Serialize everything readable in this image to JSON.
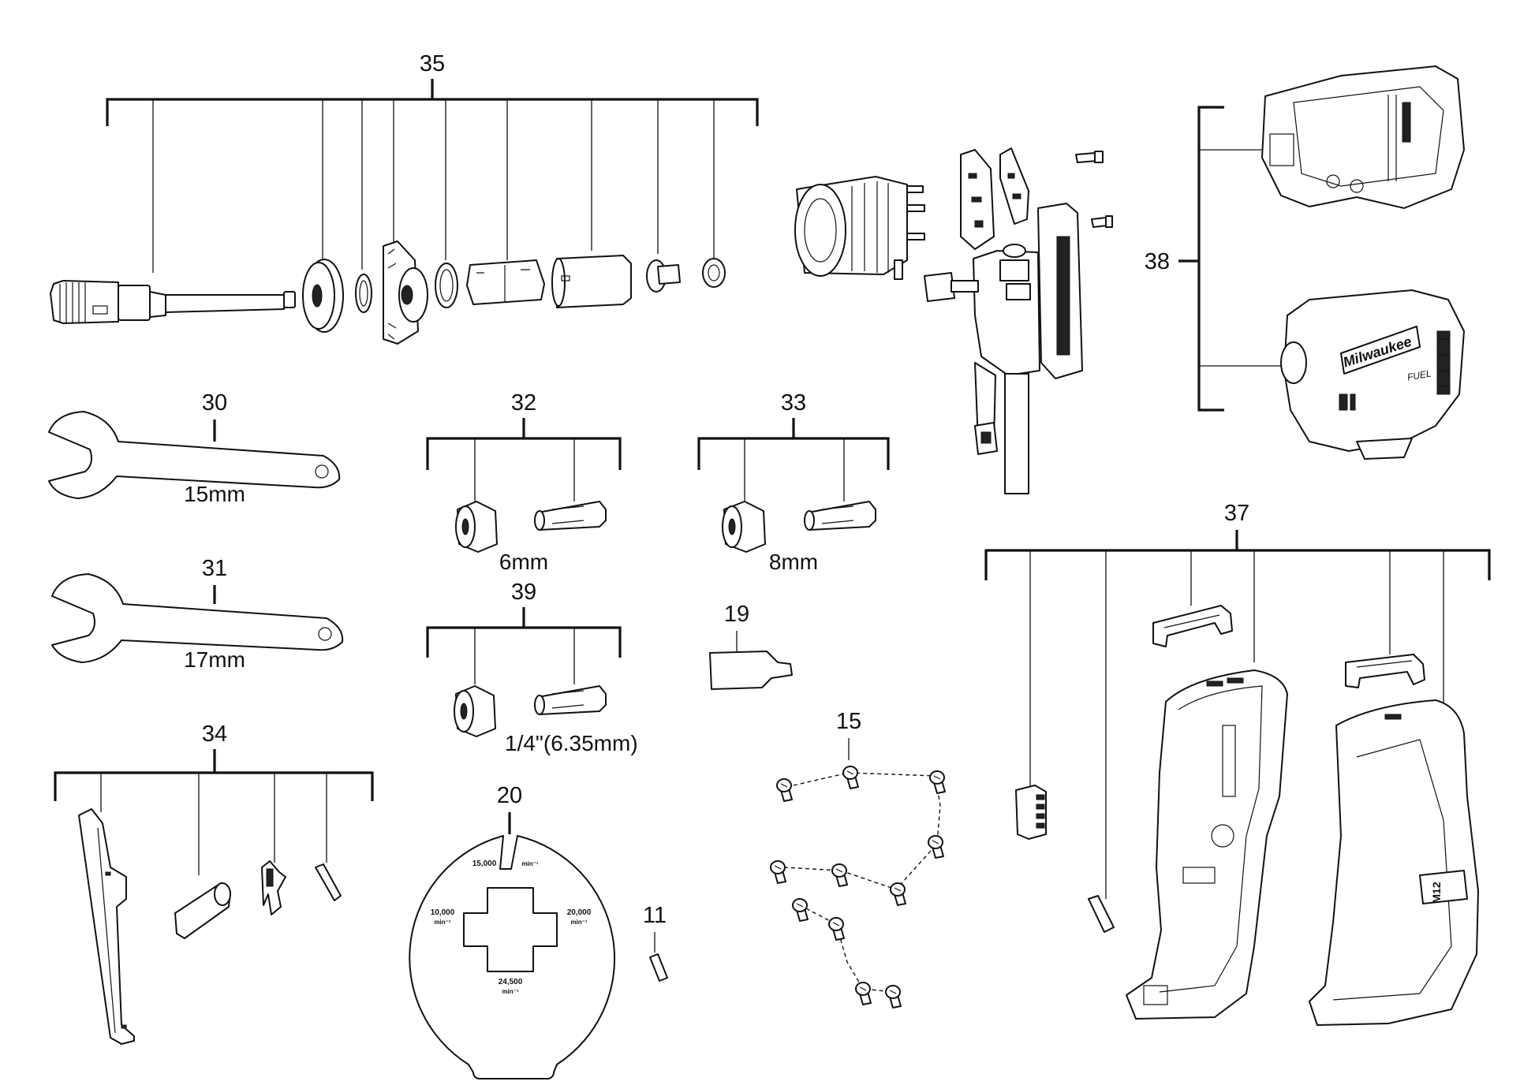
{
  "callouts": {
    "c35": "35",
    "c30": "30",
    "c31": "31",
    "c32": "32",
    "c33": "33",
    "c39": "39",
    "c34": "34",
    "c20": "20",
    "c11": "11",
    "c19": "19",
    "c15": "15",
    "c37": "37",
    "c38": "38"
  },
  "sizes": {
    "wrench15": "15mm",
    "wrench17": "17mm",
    "collet6": "6mm",
    "collet8": "8mm",
    "collet14": "1/4\"(6.35mm)"
  },
  "speed_template": {
    "s15000": "15,000",
    "s10000": "10,000",
    "s20000": "20,000",
    "s24500": "24,500",
    "unit": "min⁻¹"
  },
  "housing_text": {
    "brand": "Milwaukee",
    "fuel": "FUEL",
    "m12": "M12"
  }
}
